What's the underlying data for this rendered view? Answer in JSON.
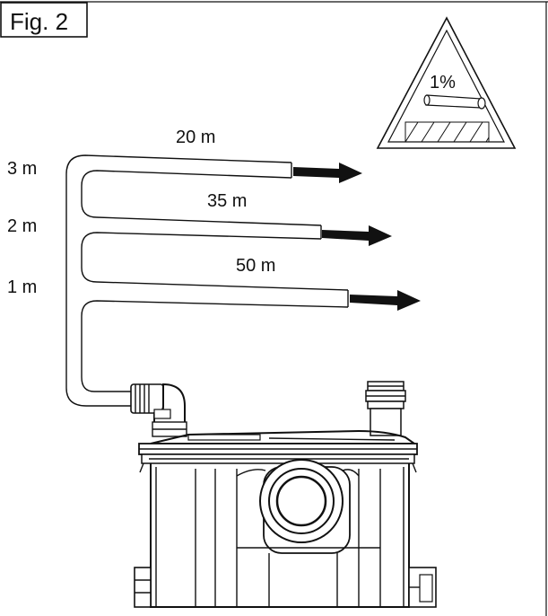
{
  "figure": {
    "label": "Fig. 2",
    "slope_label": "1%"
  },
  "heights": [
    "3 m",
    "2 m",
    "1 m"
  ],
  "distances": [
    "20 m",
    "35 m",
    "50 m"
  ],
  "colors": {
    "ink": "#111111",
    "background": "#ffffff"
  }
}
